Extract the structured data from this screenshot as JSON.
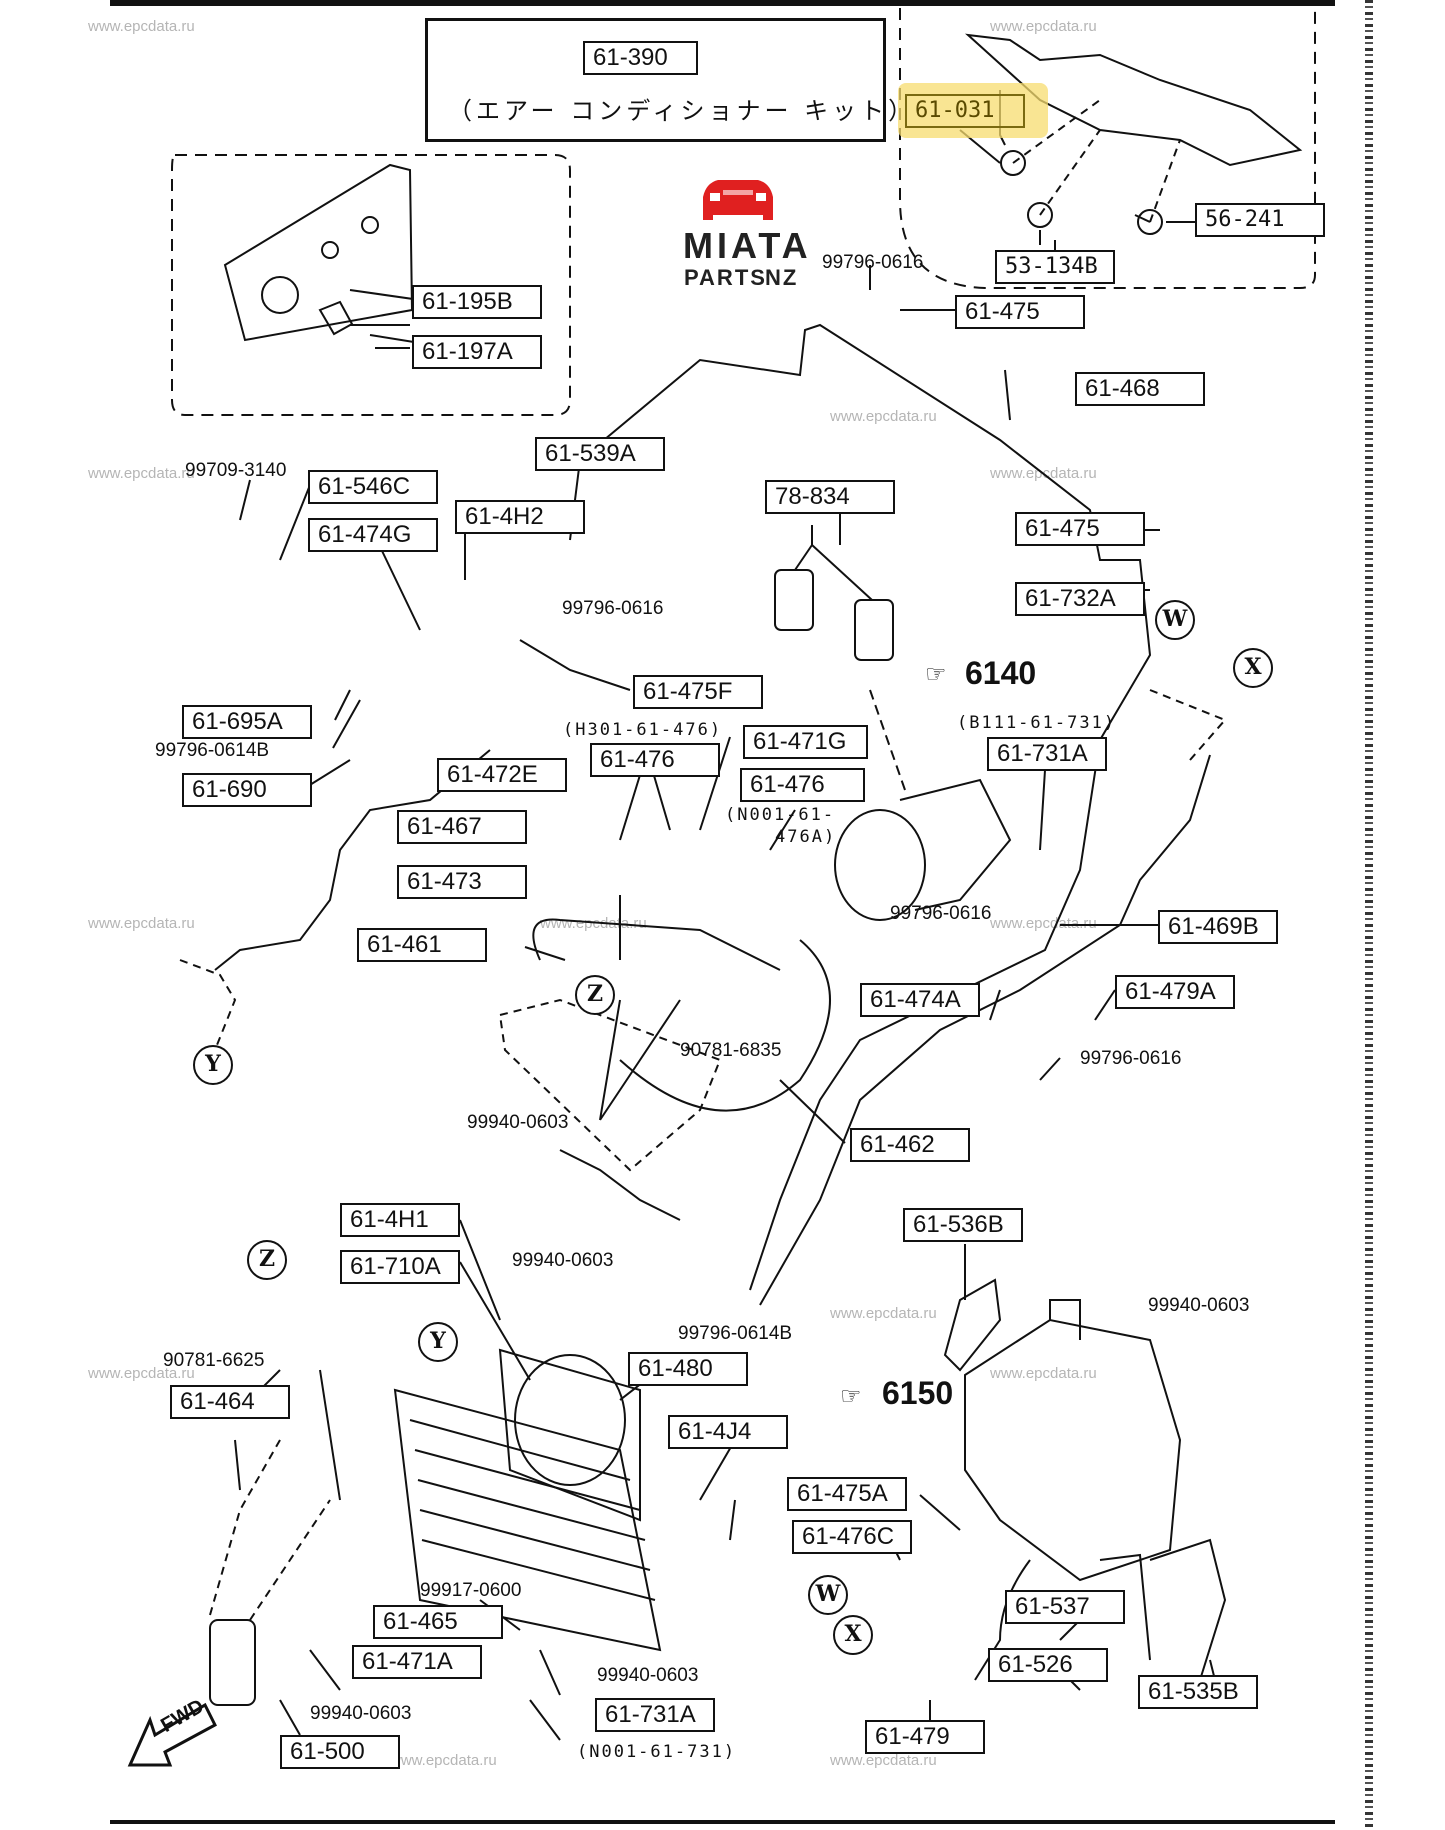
{
  "diagram": {
    "title_kit_number": "61-390",
    "title_kit_name_jp": "（エアー コンディショナー キット）",
    "highlighted_part": "61-031",
    "watermark": "www.epcdata.ru",
    "logo": {
      "line1": "MIATA",
      "line2": "PARTS",
      "line3": "NZ",
      "brand_color": "#e02020"
    },
    "fwd_label": "FWD",
    "group_refs": [
      "6140",
      "6150"
    ],
    "connector_markers": [
      "W",
      "X",
      "Y",
      "Z"
    ],
    "parts": [
      {
        "id": "61-390",
        "type": "boxed"
      },
      {
        "id": "61-031",
        "type": "boxed",
        "highlighted": true
      },
      {
        "id": "56-241",
        "type": "boxed"
      },
      {
        "id": "53-134B",
        "type": "boxed"
      },
      {
        "id": "61-195B",
        "type": "boxed"
      },
      {
        "id": "61-197A",
        "type": "boxed"
      },
      {
        "id": "99796-0616",
        "type": "plain"
      },
      {
        "id": "61-475",
        "type": "boxed"
      },
      {
        "id": "61-468",
        "type": "boxed"
      },
      {
        "id": "61-539A",
        "type": "boxed"
      },
      {
        "id": "99709-3140",
        "type": "plain"
      },
      {
        "id": "61-546C",
        "type": "boxed"
      },
      {
        "id": "61-4H2",
        "type": "boxed"
      },
      {
        "id": "61-474G",
        "type": "boxed"
      },
      {
        "id": "78-834",
        "type": "boxed"
      },
      {
        "id": "61-732A",
        "type": "boxed"
      },
      {
        "id": "61-475F",
        "type": "boxed"
      },
      {
        "id": "61-695A",
        "type": "boxed"
      },
      {
        "id": "99796-0614B",
        "type": "plain"
      },
      {
        "id": "61-690",
        "type": "boxed"
      },
      {
        "id": "61-476",
        "type": "boxed",
        "note": "(H301-61-476)"
      },
      {
        "id": "61-471G",
        "type": "boxed"
      },
      {
        "id": "61-476",
        "type": "boxed",
        "note": "(N001-61-476A)"
      },
      {
        "id": "61-731A",
        "type": "boxed",
        "note": "(B111-61-731)"
      },
      {
        "id": "61-472E",
        "type": "boxed"
      },
      {
        "id": "61-467",
        "type": "boxed"
      },
      {
        "id": "61-473",
        "type": "boxed"
      },
      {
        "id": "61-461",
        "type": "boxed"
      },
      {
        "id": "61-469B",
        "type": "boxed"
      },
      {
        "id": "61-474A",
        "type": "boxed"
      },
      {
        "id": "61-479A",
        "type": "boxed"
      },
      {
        "id": "90781-6835",
        "type": "plain"
      },
      {
        "id": "99940-0603",
        "type": "plain"
      },
      {
        "id": "61-462",
        "type": "boxed"
      },
      {
        "id": "61-4H1",
        "type": "boxed"
      },
      {
        "id": "61-710A",
        "type": "boxed"
      },
      {
        "id": "61-536B",
        "type": "boxed"
      },
      {
        "id": "99796-0614B",
        "type": "plain"
      },
      {
        "id": "90781-6625",
        "type": "plain"
      },
      {
        "id": "61-480",
        "type": "boxed"
      },
      {
        "id": "61-464",
        "type": "boxed"
      },
      {
        "id": "61-4J4",
        "type": "boxed"
      },
      {
        "id": "61-475A",
        "type": "boxed"
      },
      {
        "id": "61-476C",
        "type": "boxed"
      },
      {
        "id": "99917-0600",
        "type": "plain"
      },
      {
        "id": "61-537",
        "type": "boxed"
      },
      {
        "id": "61-465",
        "type": "boxed"
      },
      {
        "id": "61-471A",
        "type": "boxed"
      },
      {
        "id": "61-526",
        "type": "boxed"
      },
      {
        "id": "61-535B",
        "type": "boxed"
      },
      {
        "id": "61-479",
        "type": "boxed"
      },
      {
        "id": "61-731A",
        "type": "boxed",
        "note": "(N001-61-731)"
      },
      {
        "id": "61-500",
        "type": "boxed"
      }
    ],
    "labels": {
      "kit": "61-390",
      "p031": "61-031",
      "p56241": "56-241",
      "p53134b": "53-134B",
      "p195b": "61-195B",
      "p197a": "61-197A",
      "b0616": "99796-0616",
      "p475": "61-475",
      "p468": "61-468",
      "p539a": "61-539A",
      "b3140": "99709-3140",
      "p546c": "61-546C",
      "p4h2": "61-4H2",
      "p474g": "61-474G",
      "p78834": "78-834",
      "p732a": "61-732A",
      "p475f": "61-475F",
      "p695a": "61-695A",
      "b0614b": "99796-0614B",
      "p690": "61-690",
      "p476": "61-476",
      "p471g": "61-471G",
      "p731a": "61-731A",
      "p472e": "61-472E",
      "p467": "61-467",
      "p473": "61-473",
      "p461": "61-461",
      "p469b": "61-469B",
      "p474a": "61-474A",
      "p479a": "61-479A",
      "b6835": "90781-6835",
      "b0603": "99940-0603",
      "p462": "61-462",
      "p4h1": "61-4H1",
      "p710a": "61-710A",
      "p536b": "61-536B",
      "b6625": "90781-6625",
      "p480": "61-480",
      "p464": "61-464",
      "p4j4": "61-4J4",
      "p475a": "61-475A",
      "p476c": "61-476C",
      "b0600": "99917-0600",
      "p537": "61-537",
      "p465": "61-465",
      "p471a": "61-471A",
      "p526": "61-526",
      "p535b": "61-535B",
      "p479": "61-479",
      "p500": "61-500"
    },
    "notes": {
      "h301": "(H301-61-476)",
      "n001_476a_1": "(N001-61-",
      "n001_476a_2": "476A)",
      "b111": "(B111-61-731)",
      "n001_731": "(N001-61-731)"
    }
  }
}
